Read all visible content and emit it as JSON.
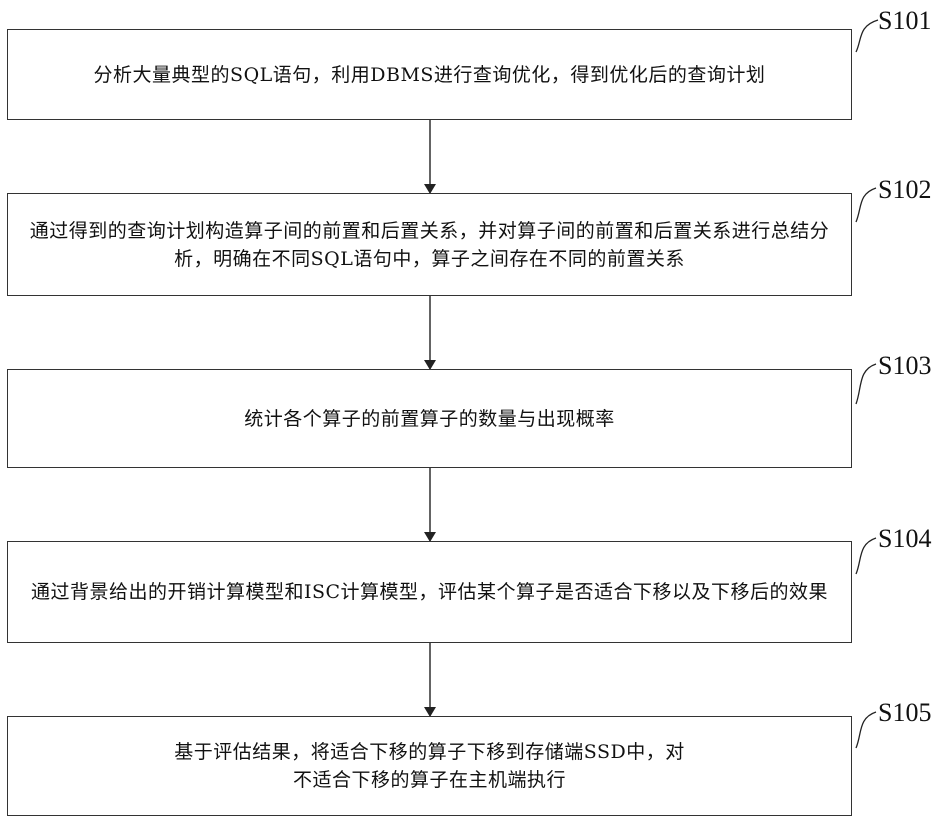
{
  "steps": [
    {
      "label": "S101",
      "text": "分析大量典型的SQL语句，利用DBMS进行查询优化，得到优化后的查询计划"
    },
    {
      "label": "S102",
      "text": "通过得到的查询计划构造算子间的前置和后置关系，并对算子间的前置和后置关系进行总结分析，明确在不同SQL语句中，算子之间存在不同的前置关系"
    },
    {
      "label": "S103",
      "text": "统计各个算子的前置算子的数量与出现概率"
    },
    {
      "label": "S104",
      "text": "通过背景给出的开销计算模型和ISC计算模型，评估某个算子是否适合下移以及下移后的效果"
    },
    {
      "label": "S105",
      "text": "基于评估结果，将适合下移的算子下移到存储端SSD中，对不适合下移的算子在主机端执行"
    }
  ]
}
